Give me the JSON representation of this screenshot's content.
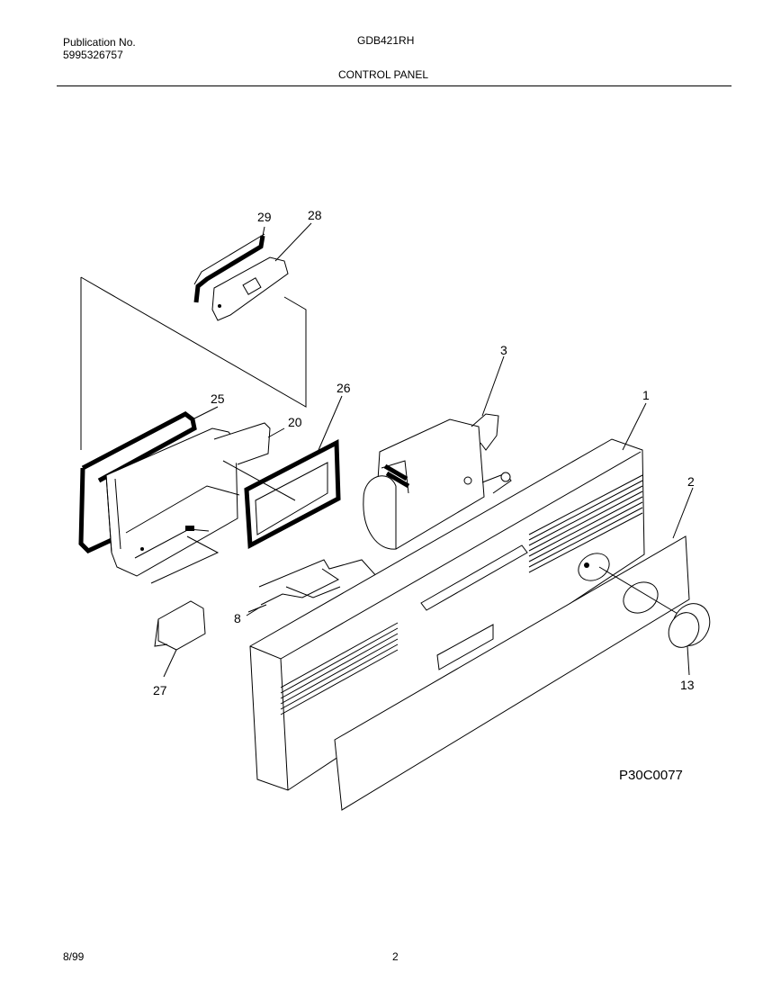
{
  "header": {
    "publication_label": "Publication No.",
    "publication_number": "5995326757",
    "model": "GDB421RH",
    "section_title": "CONTROL PANEL"
  },
  "diagram": {
    "callouts": [
      "29",
      "28",
      "3",
      "25",
      "26",
      "20",
      "1",
      "2",
      "8",
      "27",
      "13"
    ],
    "drawing_code": "P30C0077"
  },
  "footer": {
    "date": "8/99",
    "page_number": "2"
  }
}
